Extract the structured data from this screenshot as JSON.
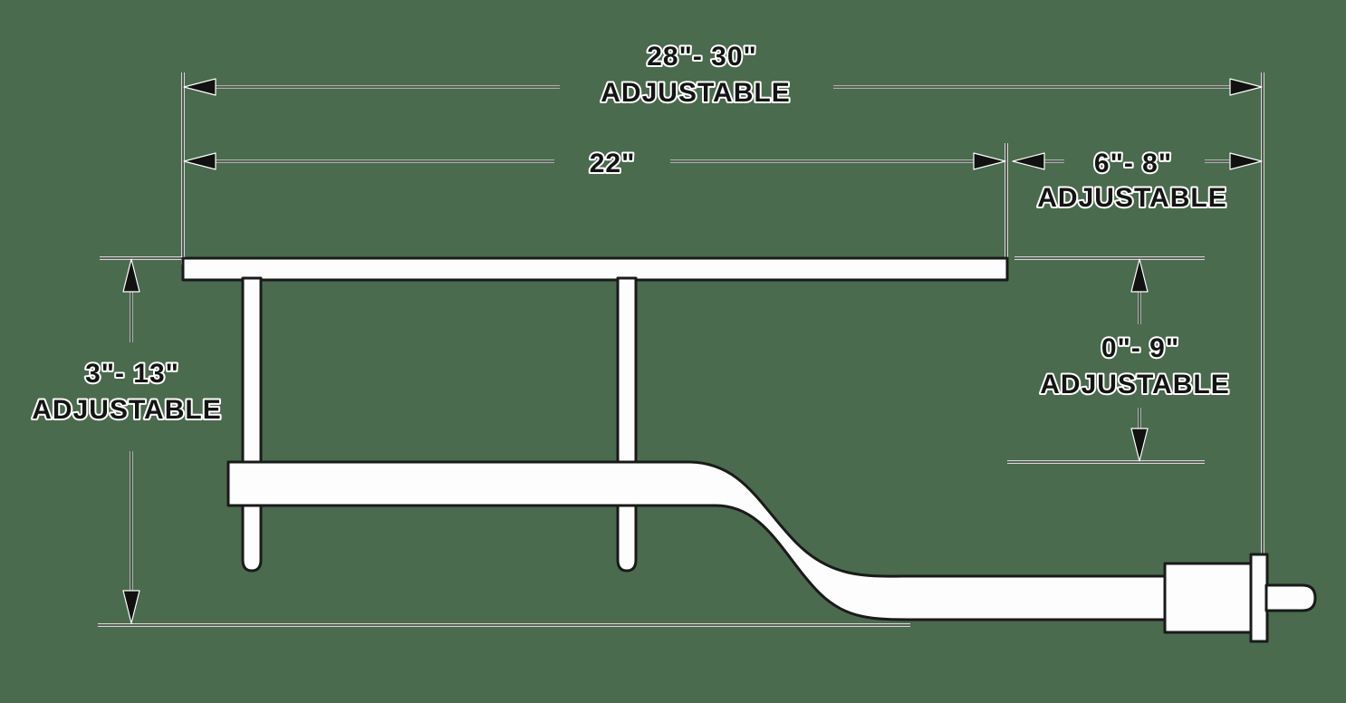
{
  "drawing": {
    "title": "Adjustable hitch / drop-bar side elevation drawing",
    "background_color": "#4a6b4d",
    "line_color": "#1a1a1a",
    "part_fill_color": "#fdfdfd",
    "text_color": "#141414",
    "text_outline_color": "#ffffff"
  },
  "dimensions": {
    "overall_length": {
      "value": "28\"- 30\"",
      "note": "ADJUSTABLE",
      "orientation": "horizontal",
      "position": "top"
    },
    "bar_length": {
      "value": "22\"",
      "note": "",
      "orientation": "horizontal",
      "position": "top-second"
    },
    "extension_length": {
      "value": "6\"- 8\"",
      "note": "ADJUSTABLE",
      "orientation": "horizontal",
      "position": "top-second-right"
    },
    "drop_height": {
      "value": "0\"- 9\"",
      "note": "ADJUSTABLE",
      "orientation": "vertical",
      "position": "right"
    },
    "overall_height": {
      "value": "3\"- 13\"",
      "note": "ADJUSTABLE",
      "orientation": "vertical",
      "position": "left"
    }
  }
}
